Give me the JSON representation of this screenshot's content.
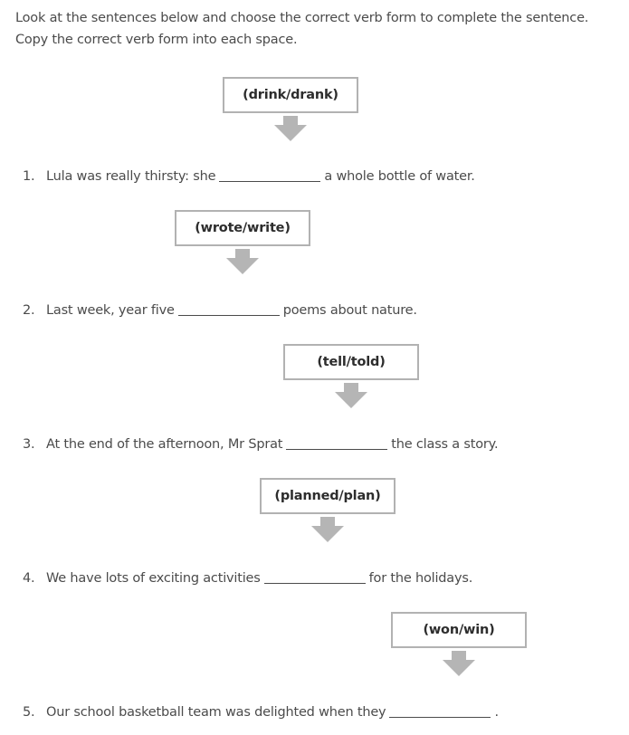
{
  "colors": {
    "background": "#ffffff",
    "sentence_text": "#4b4b4b",
    "box_border": "#b2b2b2",
    "box_label": "#2d2d2d",
    "arrow": "#b5b5b5",
    "blank_line": "#4b4b4b"
  },
  "instructions": {
    "line1": "Look at the sentences below and choose the correct verb form to complete the sentence.",
    "line2": "Copy the correct verb form into each space."
  },
  "questions": [
    {
      "number": "1.",
      "verb_options": "(drink/drank)",
      "before": "Lula was really thirsty: she",
      "after": "a whole bottle of water."
    },
    {
      "number": "2.",
      "verb_options": "(wrote/write)",
      "before": "Last week, year five",
      "after": "poems about nature."
    },
    {
      "number": "3.",
      "verb_options": "(tell/told)",
      "before": "At the end of the afternoon, Mr Sprat",
      "after": "the class a story."
    },
    {
      "number": "4.",
      "verb_options": "(planned/plan)",
      "before": "We have lots of exciting activities",
      "after": "for the holidays."
    },
    {
      "number": "5.",
      "verb_options": "(won/win)",
      "before": "Our school basketball team was delighted when they",
      "after": "."
    }
  ]
}
